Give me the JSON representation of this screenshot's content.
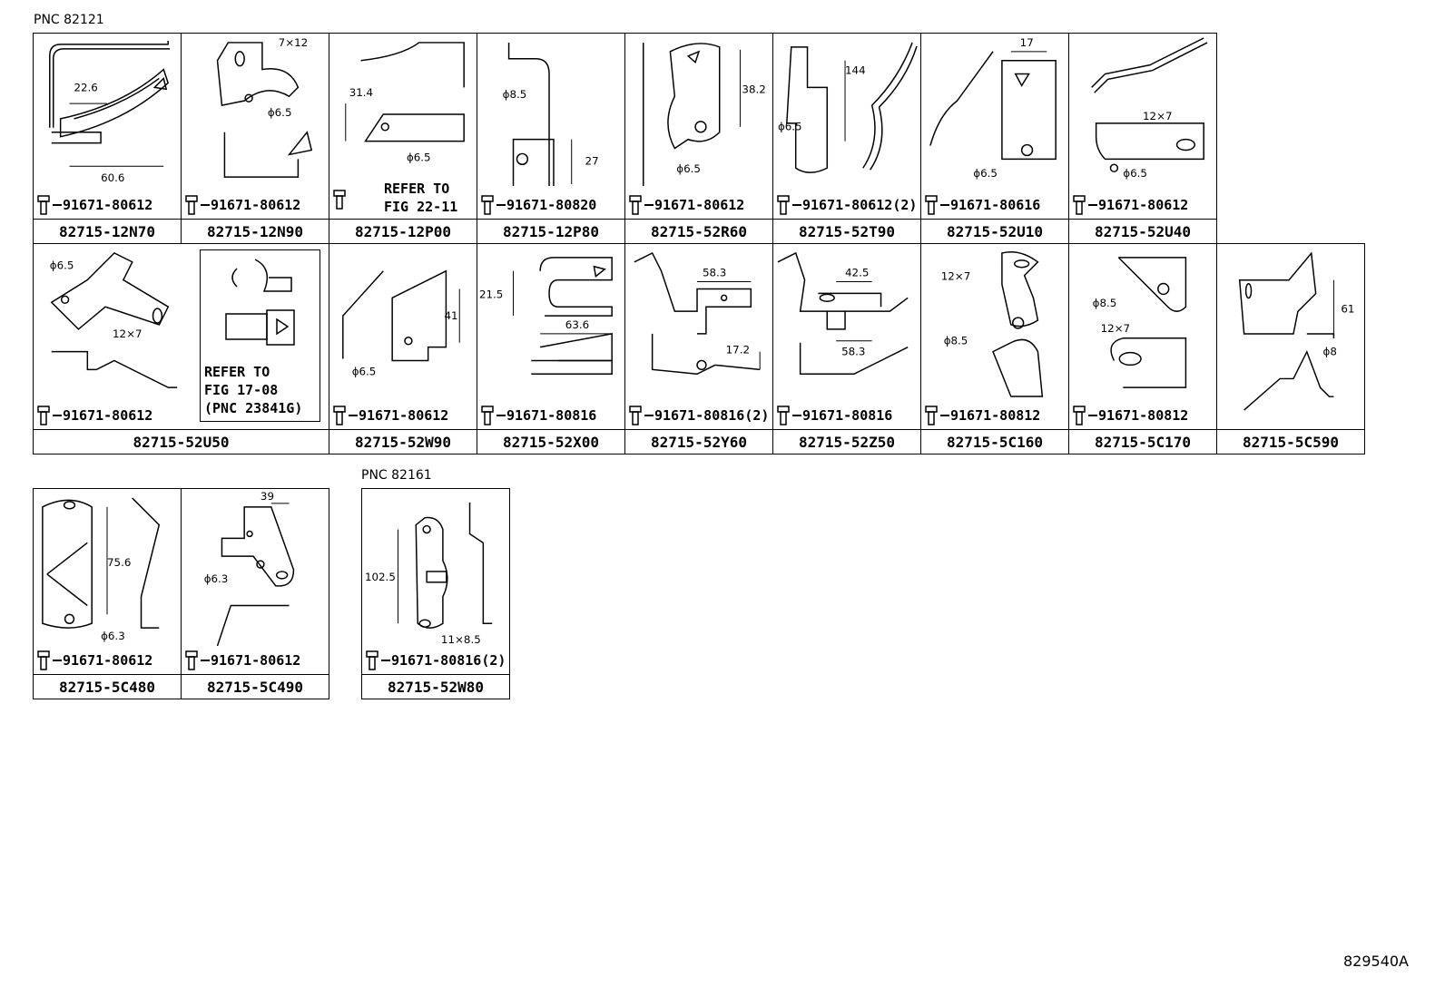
{
  "groups": [
    {
      "pnc": "PNC 82121",
      "rows": [
        [
          {
            "part": "82715-12N70",
            "bolt": "91671-80612",
            "dims": [
              "22.6",
              "60.6"
            ]
          },
          {
            "part": "82715-12N90",
            "bolt": "91671-80612",
            "dims": [
              "7×12",
              "ϕ6.5"
            ]
          },
          {
            "part": "82715-12P00",
            "refer": [
              "REFER TO",
              "FIG 22-11"
            ],
            "dims": [
              "31.4",
              "ϕ6.5"
            ]
          },
          {
            "part": "82715-12P80",
            "bolt": "91671-80820",
            "dims": [
              "ϕ8.5",
              "27"
            ]
          },
          {
            "part": "82715-52R60",
            "bolt": "91671-80612",
            "dims": [
              "38.2",
              "ϕ6.5"
            ]
          },
          {
            "part": "82715-52T90",
            "bolt": "91671-80612(2)",
            "dims": [
              "144",
              "ϕ6.5"
            ]
          },
          {
            "part": "82715-52U10",
            "bolt": "91671-80616",
            "dims": [
              "17",
              "ϕ6.5"
            ]
          },
          {
            "part": "82715-52U40",
            "bolt": "91671-80612",
            "dims": [
              "12×7",
              "ϕ6.5"
            ]
          }
        ],
        [
          {
            "part": "82715-52U50",
            "bolt": "91671-80612",
            "dims": [
              "ϕ6.5",
              "12×7"
            ],
            "refer": [
              "REFER TO",
              "FIG 17-08",
              "(PNC 23841G)"
            ],
            "wide": true
          },
          {
            "part": "82715-52W90",
            "bolt": "91671-80612",
            "dims": [
              "41",
              "ϕ6.5"
            ]
          },
          {
            "part": "82715-52X00",
            "bolt": "91671-80816",
            "dims": [
              "21.5",
              "63.6"
            ]
          },
          {
            "part": "82715-52Y60",
            "bolt": "91671-80816(2)",
            "dims": [
              "58.3",
              "17.2"
            ]
          },
          {
            "part": "82715-52Z50",
            "bolt": "91671-80816",
            "dims": [
              "42.5",
              "58.3"
            ]
          },
          {
            "part": "82715-5C160",
            "bolt": "91671-80812",
            "dims": [
              "12×7",
              "ϕ8.5"
            ]
          },
          {
            "part": "82715-5C170",
            "bolt": "91671-80812",
            "dims": [
              "ϕ8.5",
              "12×7"
            ]
          },
          {
            "part": "82715-5C590",
            "dims": [
              "61",
              "ϕ8"
            ]
          }
        ],
        [
          {
            "part": "82715-5C480",
            "bolt": "91671-80612",
            "dims": [
              "75.6",
              "ϕ6.3"
            ]
          },
          {
            "part": "82715-5C490",
            "bolt": "91671-80612",
            "dims": [
              "39",
              "ϕ6.3"
            ]
          }
        ]
      ]
    },
    {
      "pnc": "PNC 82161",
      "rows": [
        [
          {
            "part": "82715-52W80",
            "bolt": "91671-80816(2)",
            "dims": [
              "102.5",
              "11×8.5"
            ]
          }
        ]
      ]
    }
  ],
  "footer": "829540A"
}
